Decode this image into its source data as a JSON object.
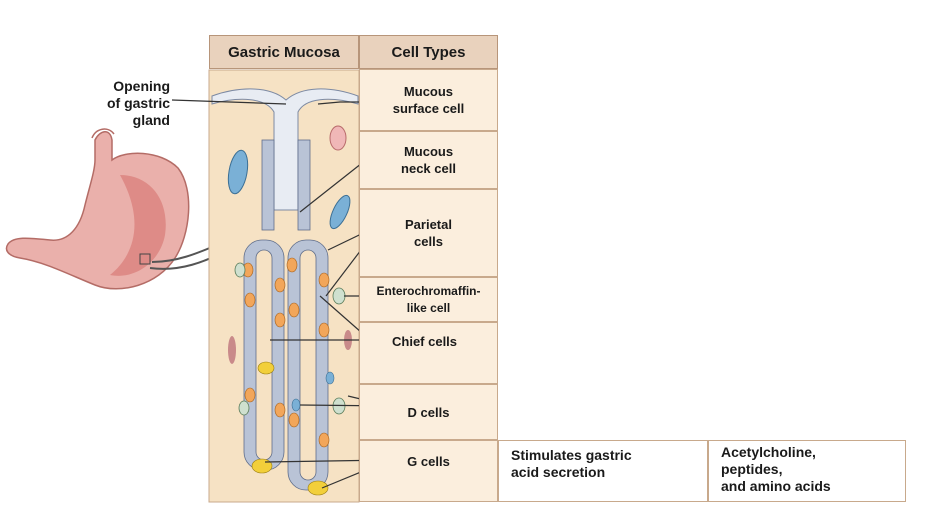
{
  "headers": {
    "mucosa": "Gastric Mucosa",
    "cell_types": "Cell Types"
  },
  "opening_label": "Opening\nof gastric\ngland",
  "cells": [
    {
      "label": "Mucous\nsurface cell"
    },
    {
      "label": "Mucous\nneck cell"
    },
    {
      "label": "Parietal\ncells"
    },
    {
      "label": "Enterochromaffin-\nlike cell"
    },
    {
      "label": "Chief cells"
    },
    {
      "label": "D cells"
    },
    {
      "label": "G cells"
    }
  ],
  "table": {
    "col1": "Stimulates gastric\nacid secretion",
    "col2": "Acetylcholine,\npeptides,\nand amino acids"
  },
  "colors": {
    "header_bg": "#e9d2bd",
    "cell_bg": "#fbeedd",
    "tissue": "#f6e2c4",
    "parietal": "#f2a65a",
    "chief": "#b9c3d6",
    "g_cell": "#f2cf3a",
    "stomach": "#e8a1a1"
  }
}
